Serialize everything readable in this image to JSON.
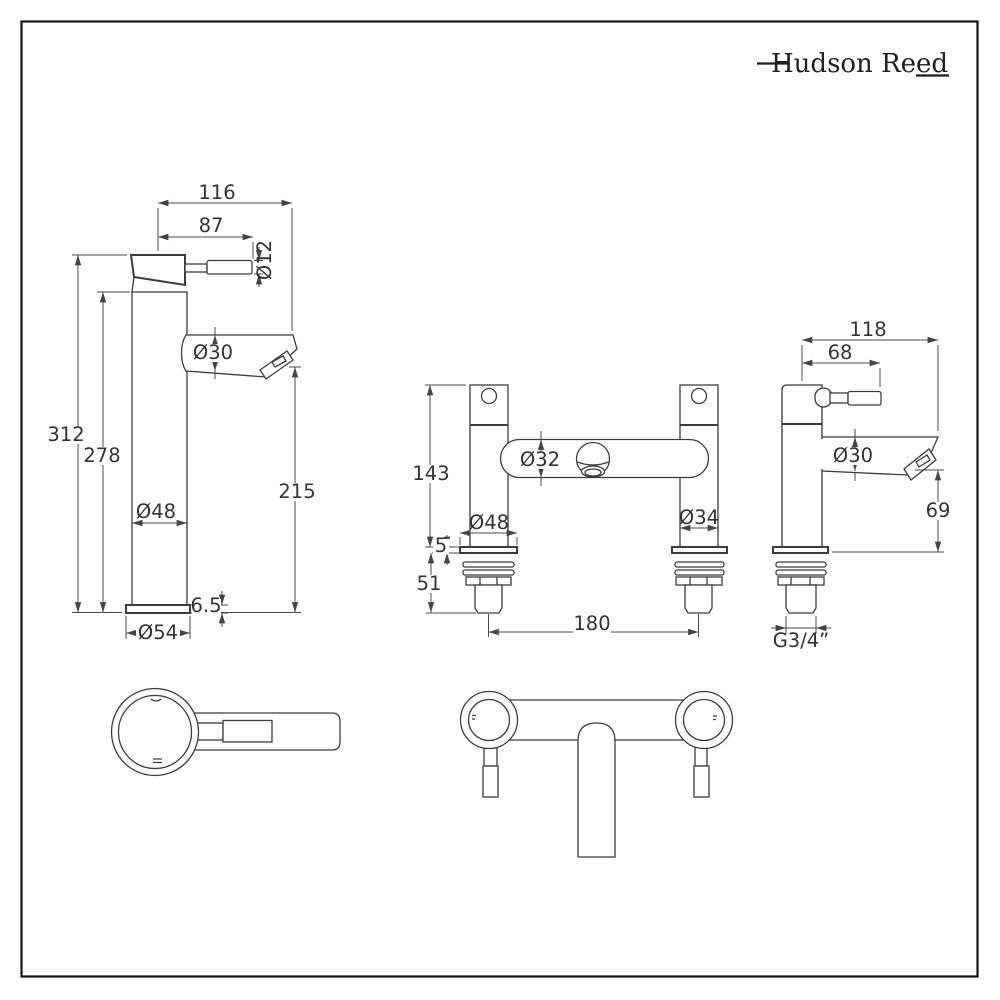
{
  "brand": {
    "logo_text": "Hudson Reed"
  },
  "tall_mixer": {
    "reach_116": "116",
    "handle_87": "87",
    "handle_dia": "Ø12",
    "spout_dia": "Ø30",
    "height_312": "312",
    "body_278": "278",
    "spout_height_215": "215",
    "body_dia": "Ø48",
    "base_thick": "6.5",
    "base_dia": "Ø54"
  },
  "bath_mixer_front": {
    "height_143": "143",
    "body_dia": "Ø32",
    "base_dia": "Ø48",
    "pillar_dia": "Ø34",
    "flange_5": "5",
    "under_51": "51",
    "centres_180": "180"
  },
  "bath_mixer_side": {
    "depth_118": "118",
    "handle_68": "68",
    "spout_dia": "Ø30",
    "clearance_69": "69",
    "thread": "G3/4”"
  }
}
